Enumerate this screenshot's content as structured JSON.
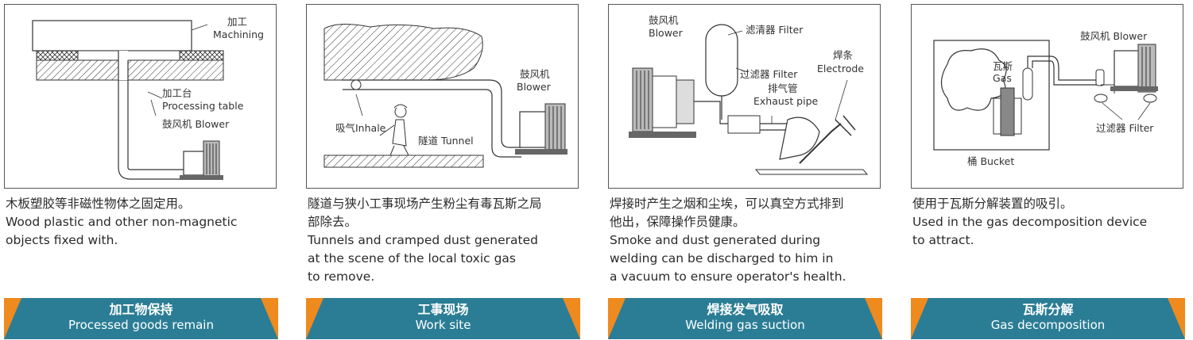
{
  "colors": {
    "banner_blue": "#2b7d95",
    "banner_orange": "#ef8a1f",
    "line": "#333333"
  },
  "panels": [
    {
      "labels": {
        "a": "加工",
        "b": "Machining",
        "c": "加工台",
        "d": "Processing table",
        "e": "鼓风机 Blower"
      },
      "desc": [
        "木板塑胶等非磁性物体之固定用。",
        "Wood plastic and other non-magnetic",
        "objects fixed with."
      ],
      "banner_cn": "加工物保持",
      "banner_en": "Processed goods remain"
    },
    {
      "labels": {
        "a": "鼓风机",
        "b": "Blower",
        "c": "吸气Inhale",
        "d": "隧道 Tunnel"
      },
      "desc": [
        "隧道与狭小工事现场产生粉尘有毒瓦斯之局",
        "部除去。",
        "Tunnels and cramped dust generated",
        "at the scene of the local toxic gas",
        "to remove."
      ],
      "banner_cn": "工事现场",
      "banner_en": "Work site"
    },
    {
      "labels": {
        "a": "鼓风机",
        "b": "Blower",
        "c": "滤清器 Filter",
        "d": "过滤器 Filter",
        "e": "焊条",
        "f": "Electrode",
        "g": "排气管",
        "h": "Exhaust pipe"
      },
      "desc": [
        "焊接时产生之烟和尘埃，可以真空方式排到",
        "他出，保障操作员健康。",
        "Smoke and dust generated during",
        "welding can be discharged to him in",
        "a vacuum to ensure operator's health."
      ],
      "banner_cn": "焊接发气吸取",
      "banner_en": "Welding gas suction"
    },
    {
      "labels": {
        "a": "鼓风机 Blower",
        "b": "瓦斯",
        "c": "Gas",
        "d": "过滤器 Filter",
        "e": "桶 Bucket"
      },
      "desc": [
        "使用于瓦斯分解装置的吸引。",
        "Used in the gas decomposition device",
        "to attract."
      ],
      "banner_cn": "瓦斯分解",
      "banner_en": "Gas decomposition"
    }
  ]
}
